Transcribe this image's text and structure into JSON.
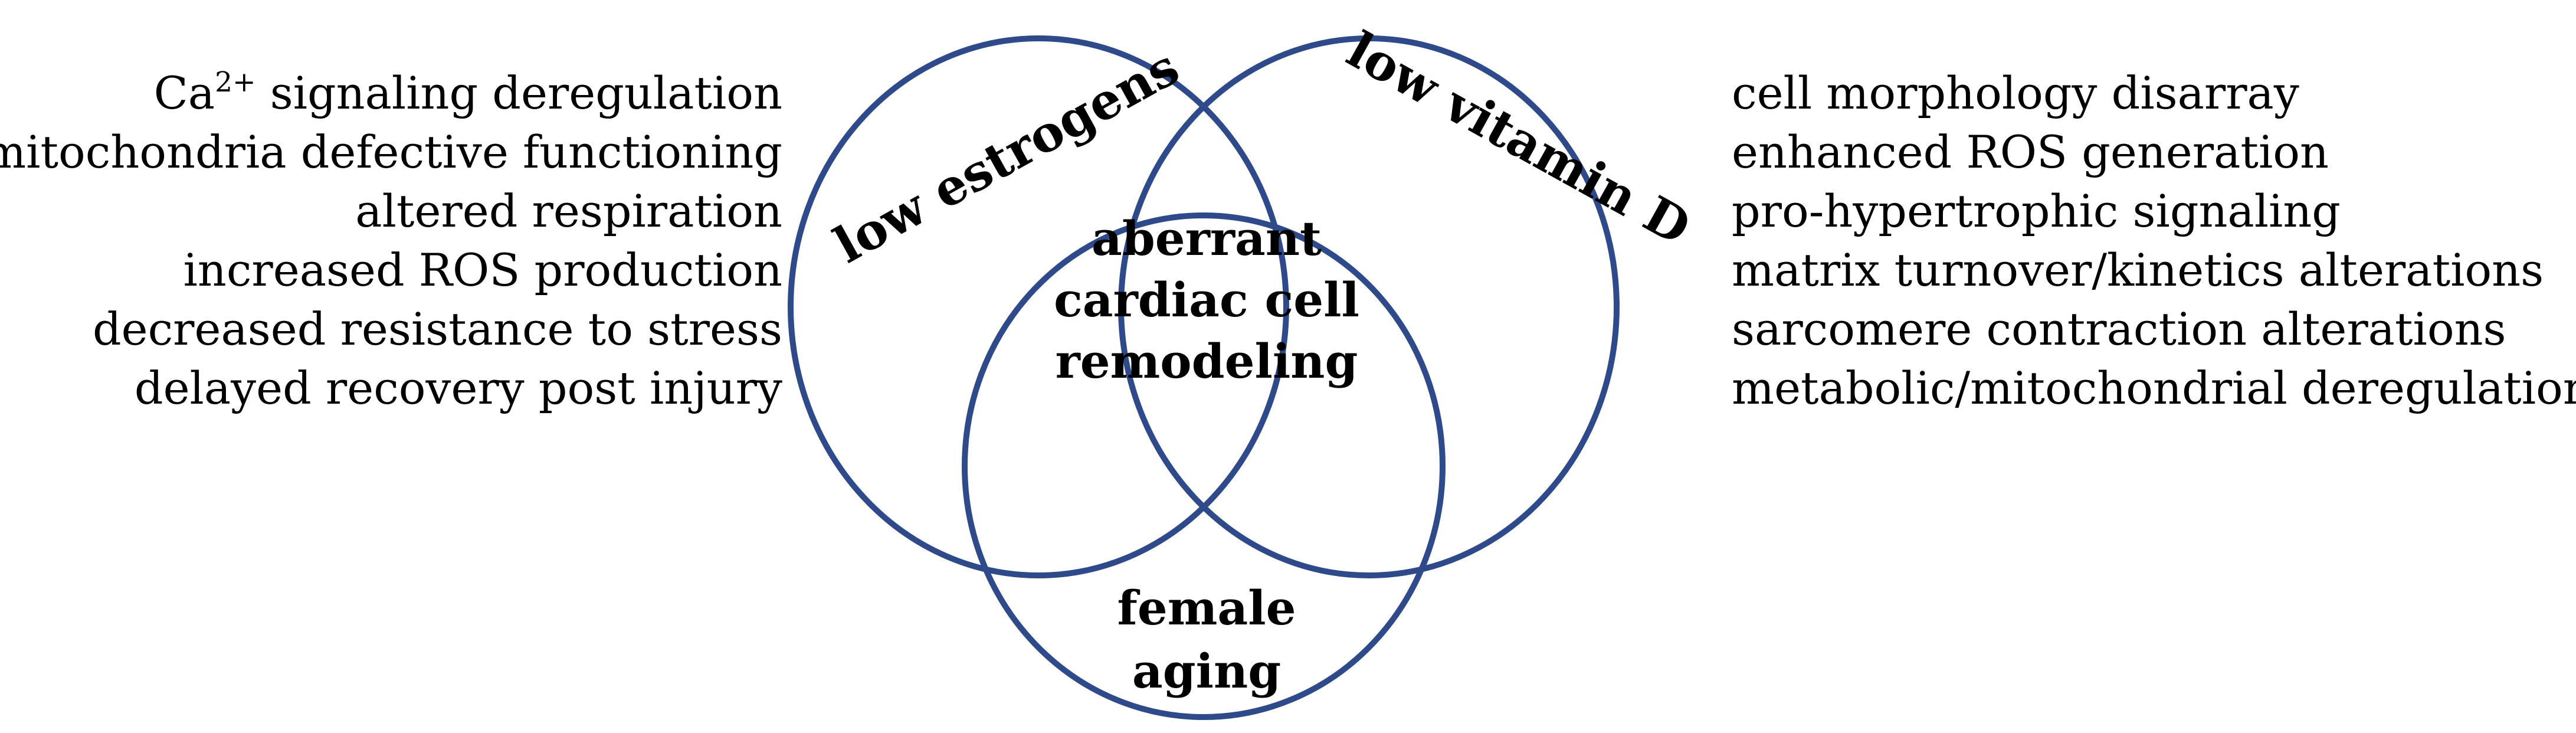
{
  "diagram": {
    "colors": {
      "circle_stroke": "#2e4a8a",
      "text": "#000000",
      "background": "#ffffff"
    },
    "circles": {
      "estrogens": {
        "label": "low estrogens"
      },
      "vitamin_d": {
        "label": "low vitamin D"
      },
      "aging": {
        "label_line1": "female",
        "label_line2": "aging"
      }
    },
    "center": {
      "line1": "aberrant",
      "line2": "cardiac cell",
      "line3": "remodeling"
    }
  },
  "left_effects": [
    {
      "base": "Ca",
      "sup": "2+",
      "rest": " signaling deregulation"
    },
    {
      "text": "mitochondria defective functioning"
    },
    {
      "text": "altered respiration"
    },
    {
      "text": "increased ROS production"
    },
    {
      "text": "decreased resistance to stress"
    },
    {
      "text": "delayed recovery post injury"
    }
  ],
  "right_effects": [
    "cell morphology disarray",
    "enhanced ROS generation",
    "pro-hypertrophic signaling",
    "matrix turnover/kinetics alterations",
    "sarcomere contraction alterations",
    "metabolic/mitochondrial deregulation"
  ]
}
